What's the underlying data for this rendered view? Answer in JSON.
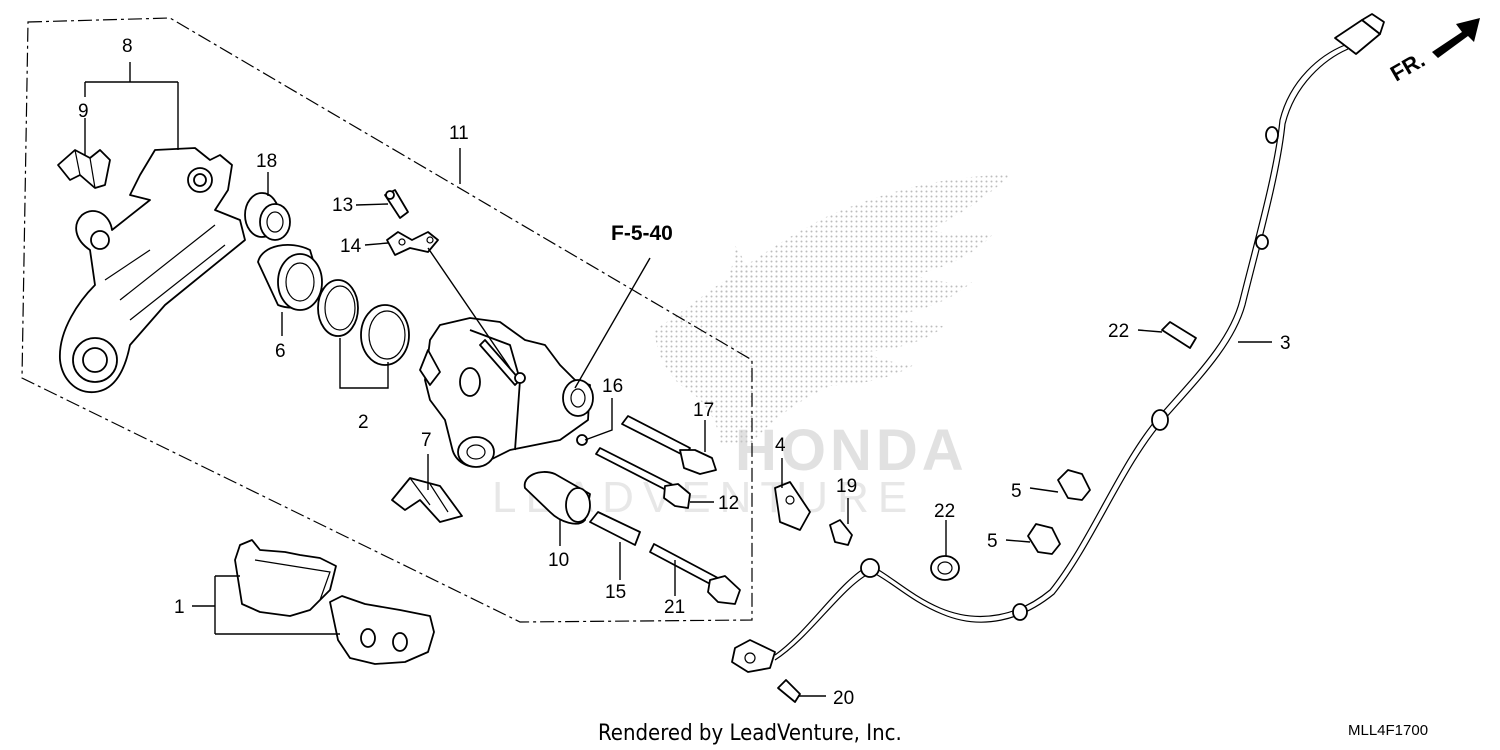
{
  "reference_label": "F-5-40",
  "orientation_label": "FR.",
  "footer": "Rendered by LeadVenture, Inc.",
  "diagram_code": "MLL4F1700",
  "watermark": {
    "brand": "HONDA",
    "sub": "LEADVENTURE"
  },
  "callouts": {
    "c1": "1",
    "c2": "2",
    "c3": "3",
    "c4": "4",
    "c5a": "5",
    "c5b": "5",
    "c6": "6",
    "c7": "7",
    "c8": "8",
    "c9": "9",
    "c10": "10",
    "c11": "11",
    "c12": "12",
    "c13": "13",
    "c14": "14",
    "c15": "15",
    "c16": "16",
    "c17": "17",
    "c18": "18",
    "c19": "19",
    "c20": "20",
    "c21": "21",
    "c22a": "22",
    "c22b": "22"
  }
}
